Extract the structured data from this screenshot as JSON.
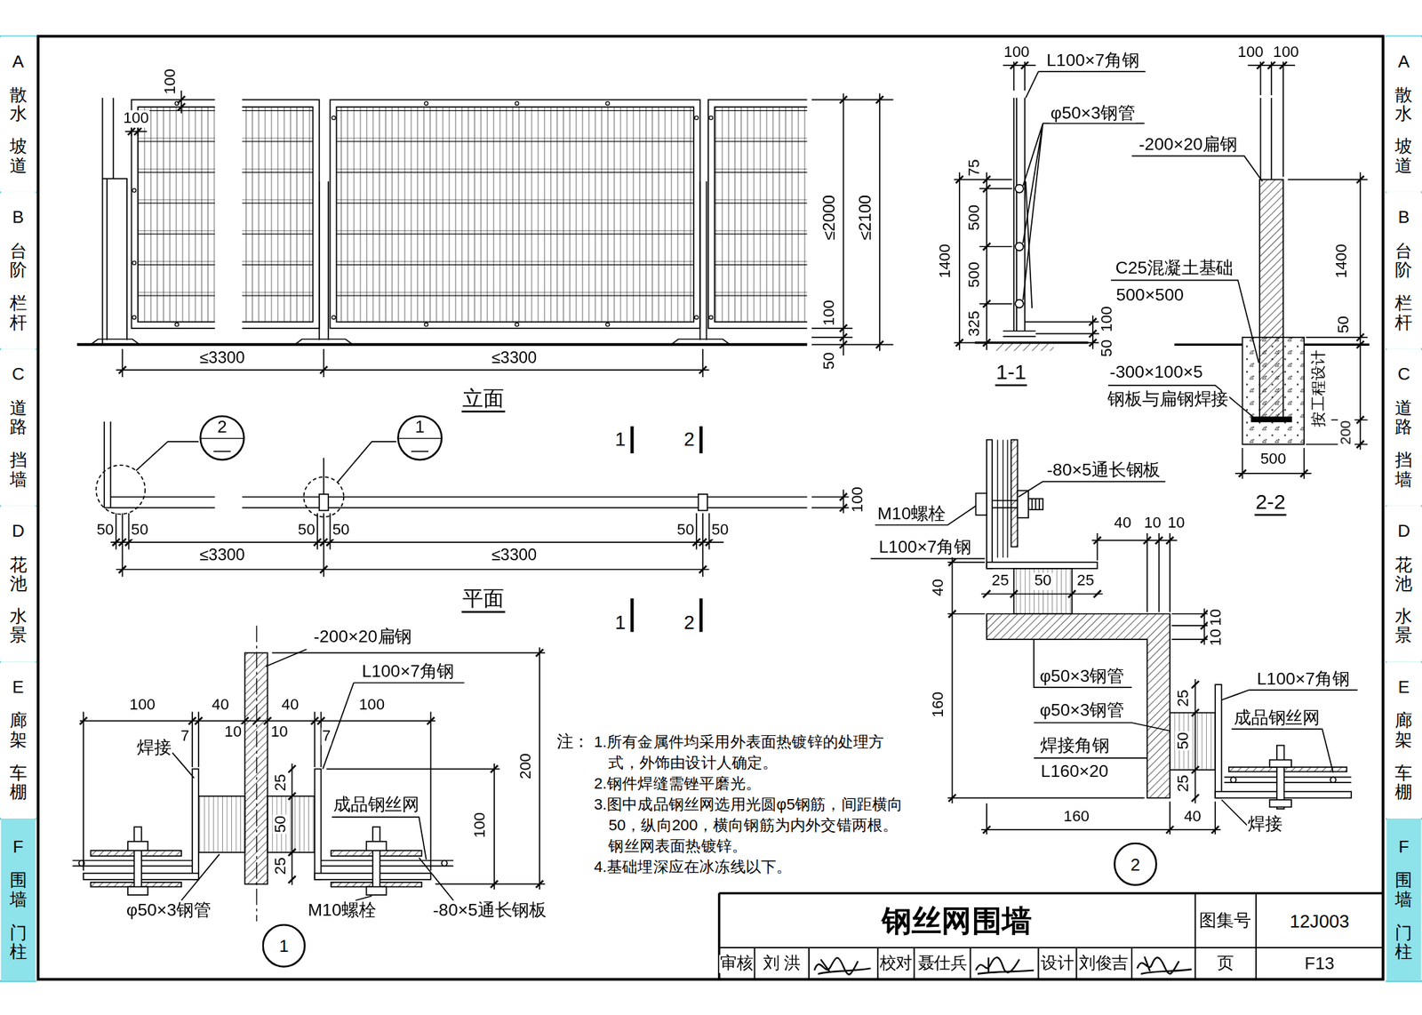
{
  "diagram": {
    "title": "钢丝网围墙",
    "nodes": [
      {
        "text": [
          "A",
          "散水",
          "坡道"
        ]
      },
      {
        "text": [
          "B",
          "台阶",
          "栏杆"
        ]
      },
      {
        "text": [
          "C",
          "道路",
          "挡墙"
        ]
      },
      {
        "text": [
          "D",
          "花池",
          "水景"
        ]
      },
      {
        "text": [
          "E",
          "廊架",
          "车棚"
        ]
      },
      {
        "text": [
          "F",
          "围墙",
          "门柱"
        ]
      },
      {
        "text": [
          "A",
          "散水",
          "坡道"
        ]
      },
      {
        "text": [
          "B",
          "台阶",
          "栏杆"
        ]
      },
      {
        "text": [
          "C",
          "道路",
          "挡墙"
        ]
      },
      {
        "text": [
          "D",
          "花池",
          "水景"
        ]
      },
      {
        "text": [
          "E",
          "廊架",
          "车棚"
        ]
      },
      {
        "text": [
          "F",
          "围墙",
          "门柱"
        ]
      },
      {
        "text": [
          "2",
          "—"
        ]
      },
      {
        "text": [
          "1",
          "—"
        ]
      },
      {
        "text": [
          "2"
        ]
      },
      {
        "text": [
          "1"
        ]
      }
    ],
    "labels": [
      "100",
      "100",
      "≤2000",
      "≤2100",
      "100",
      "50",
      "≤3300",
      "≤3300",
      "立面",
      "50",
      "50",
      "50",
      "50",
      "50",
      "50",
      "≤3300",
      "≤3300",
      "平面",
      "100",
      "1",
      "2",
      "1",
      "2",
      "100",
      "L100×7角钢",
      "φ50×3钢管",
      "75",
      "500",
      "500",
      "325",
      "1400",
      "100",
      "50",
      "1-1",
      "100",
      "100",
      "-200×20扁钢",
      "1400",
      "C25混凝土基础",
      "500×500",
      "50",
      "-300×100×5",
      "钢板与扁钢焊接",
      "按工程设计",
      "200",
      "500",
      "2-2",
      "-80×5通长钢板",
      "M10螺栓",
      "L100×7角钢",
      "40",
      "10",
      "10",
      "25",
      "50",
      "25",
      "40",
      "10",
      "10",
      "φ50×3钢管",
      "φ50×3钢管",
      "焊接角钢",
      "L160×20",
      "160",
      "L100×7角钢",
      "成品钢丝网",
      "25",
      "50",
      "25",
      "焊接",
      "160",
      "40",
      "-200×20扁钢",
      "L100×7角钢",
      "100",
      "40",
      "40",
      "100",
      "10",
      "10",
      "7",
      "7",
      "焊接",
      "25",
      "50",
      "25",
      "成品钢丝网",
      "200",
      "100",
      "φ50×3钢管",
      "M10螺栓",
      "-80×5通长钢板",
      "注：",
      "1.所有金属件均采用外表面热镀锌的处理方式，外饰由设计人确定。",
      "2.钢件焊缝需锉平磨光。",
      "3.图中成品钢丝网选用光圆φ5钢筋，间距横向50，纵向200，横向钢筋为内外交错两根。钢丝网表面热镀锌。",
      "4.基础埋深应在冰冻线以下。",
      "图集号",
      "12J003",
      "审核",
      "刘 洪",
      "校对",
      "聂仕兵",
      "设计",
      "刘俊吉",
      "页",
      "F13"
    ]
  }
}
